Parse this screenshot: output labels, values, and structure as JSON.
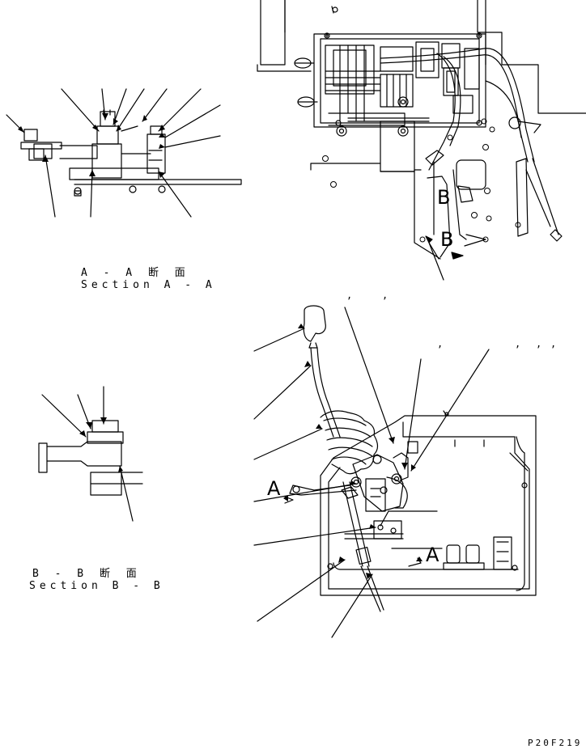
{
  "section_aa": {
    "label_jp": "A - A 断 面",
    "label_en": "Section A - A"
  },
  "section_bb": {
    "label_jp": "B - B 断 面",
    "label_en": "Section B - B"
  },
  "view_markers": {
    "a_left": "A",
    "a_right": "A",
    "b_upper": "B",
    "b_lower": "B"
  },
  "separators": [
    ",",
    ",",
    ",",
    ",",
    ",",
    ","
  ],
  "figure_code": "P20F219"
}
